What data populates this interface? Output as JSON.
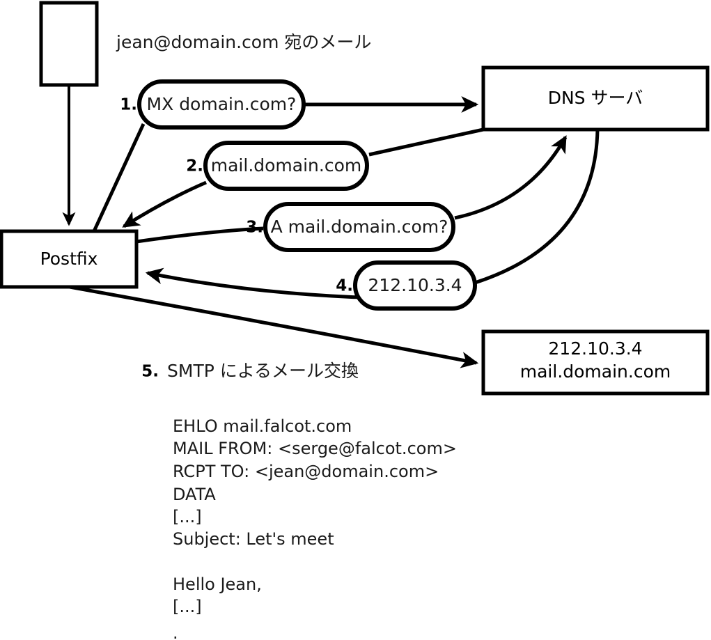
{
  "diagram": {
    "title_text": "jean@domain.com 宛のメール",
    "nodes": [
      {
        "id": "client",
        "label": ""
      },
      {
        "id": "postfix",
        "label": "Postfix"
      },
      {
        "id": "dns",
        "label": "DNS サーバ"
      },
      {
        "id": "mailserver",
        "label_line1": "212.10.3.4",
        "label_line2": "mail.domain.com"
      }
    ],
    "steps": [
      {
        "num": "1.",
        "label": "MX domain.com?"
      },
      {
        "num": "2.",
        "label": "mail.domain.com"
      },
      {
        "num": "3.",
        "label": "A mail.domain.com?"
      },
      {
        "num": "4.",
        "label": "212.10.3.4"
      },
      {
        "num": "5.",
        "label": "SMTP によるメール交換"
      }
    ],
    "smtp_transcript": [
      "EHLO mail.falcot.com",
      "MAIL FROM: <serge@falcot.com>",
      "RCPT TO: <jean@domain.com>",
      "DATA",
      "[...]",
      "Subject: Let's meet",
      "",
      "Hello Jean,",
      "[...]",
      "."
    ],
    "colors": {
      "stroke": "#000000",
      "fill": "#ffffff",
      "text": "#1a1a1a"
    }
  }
}
